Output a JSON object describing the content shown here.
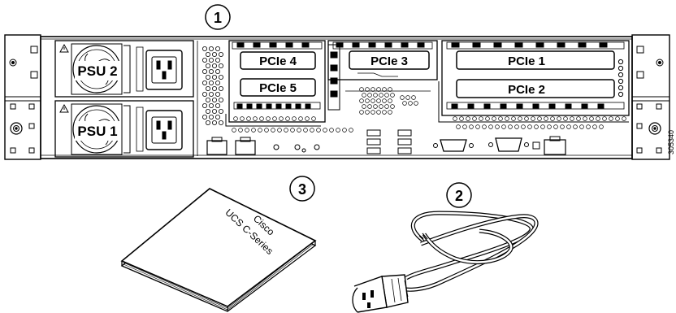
{
  "callouts": {
    "c1": "1",
    "c2": "2",
    "c3": "3"
  },
  "psu": {
    "psu2": "PSU 2",
    "psu1": "PSU 1"
  },
  "pcie": {
    "slot1": "PCIe 1",
    "slot2": "PCIe 2",
    "slot3": "PCIe 3",
    "slot4": "PCIe 4",
    "slot5": "PCIe 5"
  },
  "book": {
    "line1": "Cisco",
    "line2": "UCS C-Series"
  },
  "figure_id": "305340"
}
